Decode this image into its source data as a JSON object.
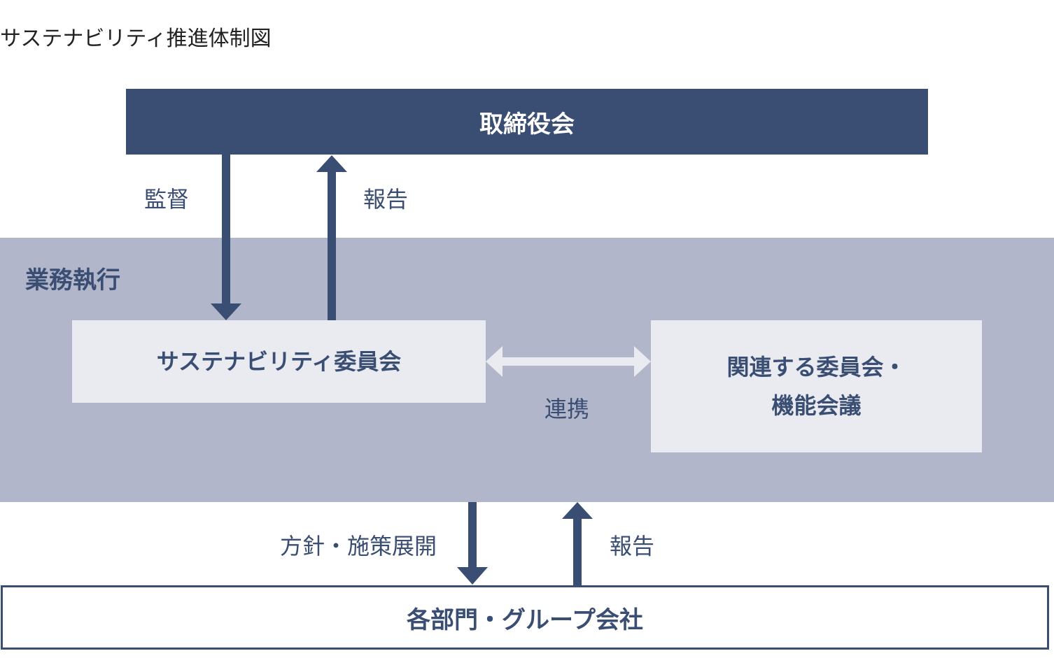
{
  "title": "サステナビリティ推進体制図",
  "board": "取締役会",
  "top_flows": {
    "down": "監督",
    "up": "報告"
  },
  "execution": {
    "label": "業務執行",
    "sustainability_committee": "サステナビリティ委員会",
    "related_committees": {
      "line1": "関連する委員会・",
      "line2": "機能会議"
    },
    "link_label": "連携"
  },
  "bottom_flows": {
    "down": "方針・施策展開",
    "up": "報告"
  },
  "departments": "各部門・グループ会社",
  "colors": {
    "navy": "#3a4d72",
    "band": "#b1b6ca",
    "box": "#eaebf1",
    "double_arrow": "#eaebf1"
  }
}
